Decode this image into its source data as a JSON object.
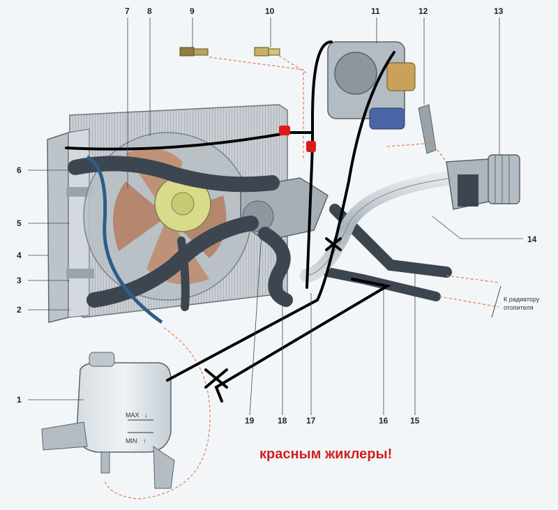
{
  "callouts": {
    "n1": "1",
    "n2": "2",
    "n3": "3",
    "n4": "4",
    "n5": "5",
    "n6": "6",
    "n7": "7",
    "n8": "8",
    "n9": "9",
    "n10": "10",
    "n11": "11",
    "n12": "12",
    "n13": "13",
    "n14": "14",
    "n15": "15",
    "n16": "16",
    "n17": "17",
    "n18": "18",
    "n19": "19"
  },
  "tank": {
    "max_label": "MAX",
    "min_label": "MIN"
  },
  "heater_label_line1": "К радиатору",
  "heater_label_line2": "отопителя",
  "annotation": "красным жиклеры!",
  "colors": {
    "accent_note": "#d01f1f",
    "hose": "#3c4650",
    "metal": "#b9c1c8",
    "marker_lines": "#000000",
    "jet_markers": "#e01818",
    "dashed": "#e07a5a"
  }
}
